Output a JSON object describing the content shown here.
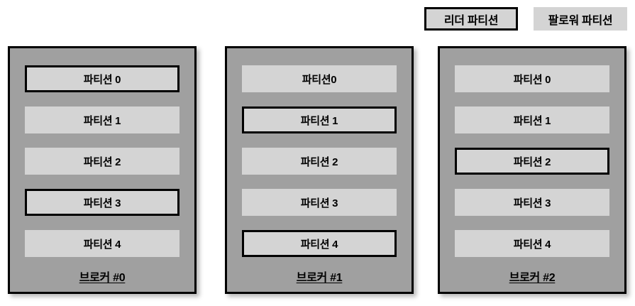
{
  "legend": {
    "leader": {
      "label": "리더 파티션",
      "style": "bordered",
      "fill": "#d4d4d4",
      "border": "#000000"
    },
    "follower": {
      "label": "팔로워 파티션",
      "style": "plain",
      "fill": "#d4d4d4"
    }
  },
  "colors": {
    "background": "#ffffff",
    "broker_fill": "#a0a0a0",
    "partition_fill": "#d4d4d4",
    "border": "#000000",
    "text": "#000000"
  },
  "brokers": [
    {
      "label": "브로커 #0",
      "partitions": [
        {
          "label": "파티션 0",
          "role": "leader"
        },
        {
          "label": "파티션 1",
          "role": "follower"
        },
        {
          "label": "파티션 2",
          "role": "follower"
        },
        {
          "label": "파티션 3",
          "role": "leader"
        },
        {
          "label": "파티션 4",
          "role": "follower"
        }
      ]
    },
    {
      "label": "브로커 #1",
      "partitions": [
        {
          "label": "파티션0",
          "role": "follower"
        },
        {
          "label": "파티션 1",
          "role": "leader"
        },
        {
          "label": "파티션 2",
          "role": "follower"
        },
        {
          "label": "파티션 3",
          "role": "follower"
        },
        {
          "label": "파티션 4",
          "role": "leader"
        }
      ]
    },
    {
      "label": "브로커 #2",
      "partitions": [
        {
          "label": "파티션 0",
          "role": "follower"
        },
        {
          "label": "파티션 1",
          "role": "follower"
        },
        {
          "label": "파티션 2",
          "role": "leader"
        },
        {
          "label": "파티션 3",
          "role": "follower"
        },
        {
          "label": "파티션 4",
          "role": "follower"
        }
      ]
    }
  ]
}
